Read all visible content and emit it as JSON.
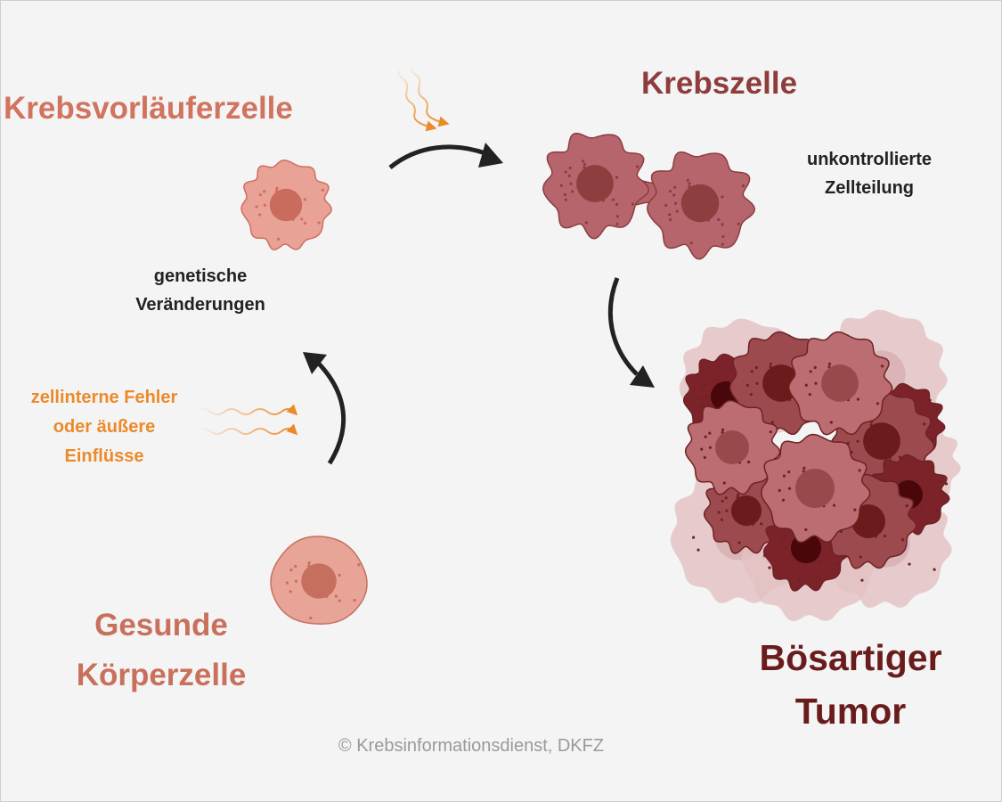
{
  "labels": {
    "precursor_cell": "Krebsvorläuferzelle",
    "cancer_cell": "Krebszelle",
    "uncontrolled_division": [
      "unkontrollierte",
      "Zellteilung"
    ],
    "genetic_changes": [
      "genetische",
      "Veränderungen"
    ],
    "influences": [
      "zellinterne Fehler",
      "oder äußere",
      "Einflüsse"
    ],
    "healthy_cell": [
      "Gesunde",
      "Körperzelle"
    ],
    "malignant_tumor": [
      "Bösartiger",
      "Tumor"
    ],
    "copyright": "© Krebsinformationsdienst, DKFZ"
  },
  "colors": {
    "background": "#f4f4f4",
    "precursor": "#d0735f",
    "cancer": "#8e3c3c",
    "tumor": "#6a1c1c",
    "influence": "#ec8a2a",
    "arrow": "#222222"
  }
}
